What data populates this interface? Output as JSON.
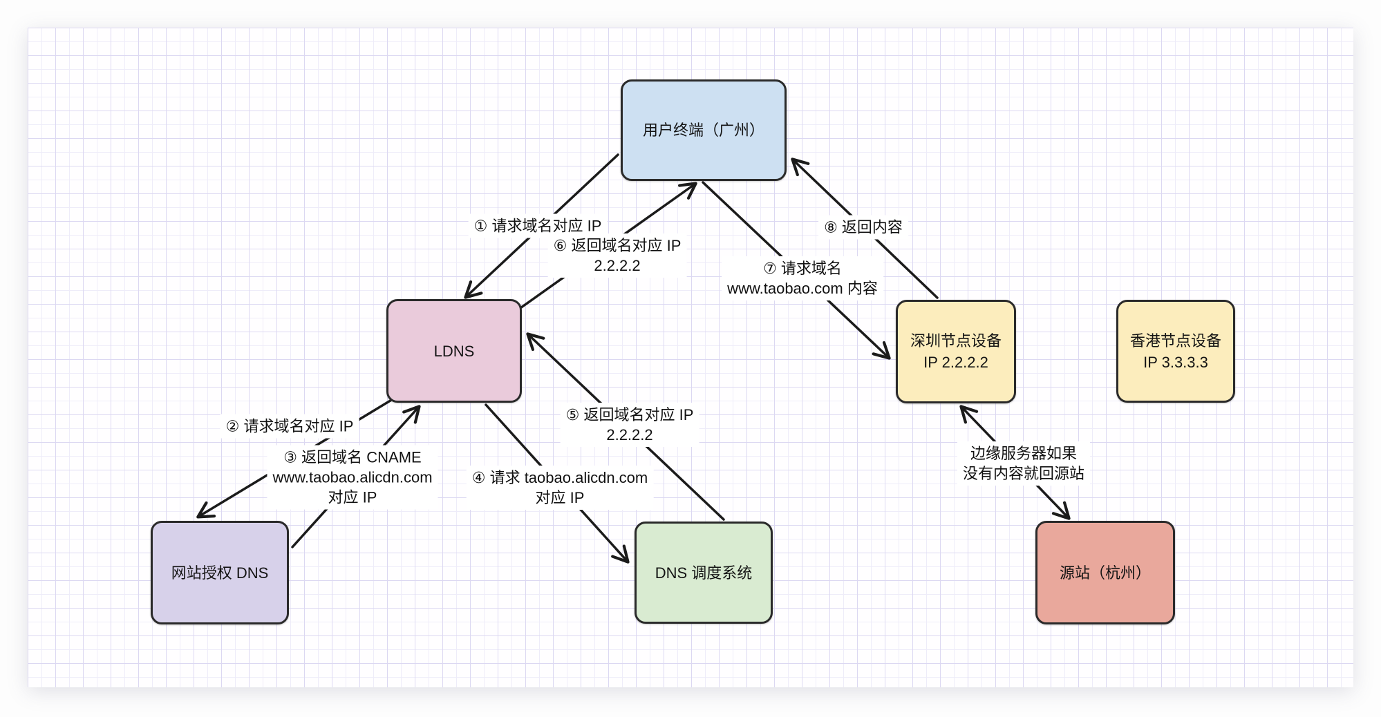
{
  "nodes": {
    "user_terminal": {
      "label": "用户终端（广州）",
      "fill": "#cde0f2"
    },
    "ldns": {
      "label": "LDNS",
      "fill": "#eacbdb"
    },
    "auth_dns": {
      "label": "网站授权 DNS",
      "fill": "#d7d1ea"
    },
    "dns_scheduler": {
      "label": "DNS 调度系统",
      "fill": "#d9ebd1"
    },
    "shenzhen_node": {
      "label": "深圳节点设备\nIP 2.2.2.2",
      "fill": "#fcedbd"
    },
    "hongkong_node": {
      "label": "香港节点设备\nIP 3.3.3.3",
      "fill": "#fcedbd"
    },
    "origin_site": {
      "label": "源站（杭州）",
      "fill": "#e9a89c"
    }
  },
  "edge_labels": {
    "step1": "① 请求域名对应 IP",
    "step2": "② 请求域名对应 IP",
    "step3": "③ 返回域名 CNAME\nwww.taobao.alicdn.com\n对应 IP",
    "step4": "④ 请求 taobao.alicdn.com\n对应 IP",
    "step5": "⑤ 返回域名对应 IP\n2.2.2.2",
    "step6": "⑥ 返回域名对应 IP\n2.2.2.2",
    "step7": "⑦ 请求域名\nwww.taobao.com 内容",
    "step8": "⑧ 返回内容",
    "back_to_origin": "边缘服务器如果\n没有内容就回源站"
  },
  "colors": {
    "node_border": "#2a2a2a",
    "arrow": "#1b1b1b",
    "grid_minor": "#eeecf9",
    "grid_major": "#dcd8f2",
    "canvas_bg": "#fffeff"
  }
}
